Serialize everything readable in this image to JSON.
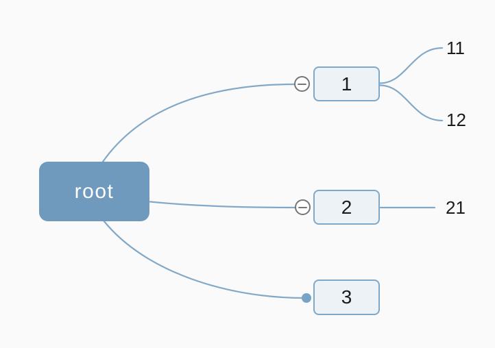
{
  "app": {
    "background": "#fafafa"
  },
  "colors": {
    "connector": "#82a8c8",
    "root_fill": "#6f9abd",
    "root_text": "#ffffff",
    "node_fill": "#edf2f6",
    "node_border": "#7fa7c7",
    "node_text": "#1b1b1b",
    "expander_border": "#757575",
    "collapsed_dot": "#76a3c6"
  },
  "mindmap": {
    "root": {
      "label": "root"
    },
    "nodes": [
      {
        "label": "1",
        "expander_icon": "minus-icon",
        "children": [
          {
            "label": "11"
          },
          {
            "label": "12"
          }
        ]
      },
      {
        "label": "2",
        "expander_icon": "minus-icon",
        "children": [
          {
            "label": "21"
          }
        ]
      },
      {
        "label": "3",
        "expander_icon": "dot",
        "children": []
      }
    ]
  }
}
